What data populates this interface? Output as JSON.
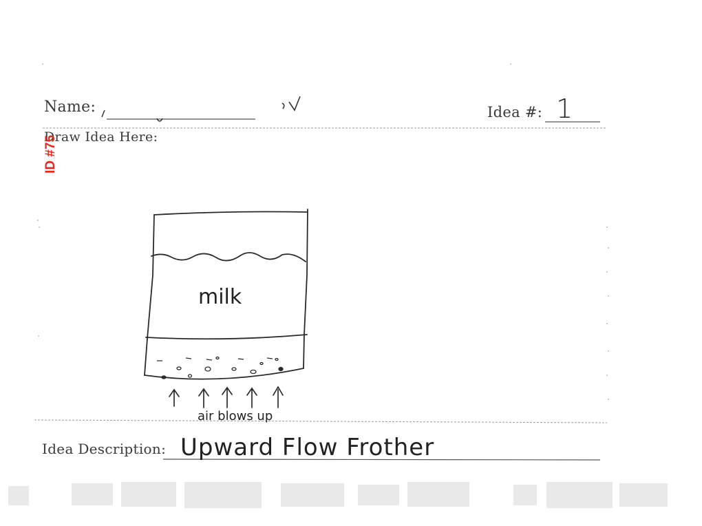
{
  "form": {
    "name_label": "Name:",
    "idea_number_label": "Idea #:",
    "idea_number_value": "1",
    "draw_label": "Draw Idea Here:",
    "description_label": "Idea Description:",
    "description_value": "Upward Flow Frother"
  },
  "stamp": {
    "id_text": "ID #75",
    "color": "#e8261c"
  },
  "drawing": {
    "container_label": "milk",
    "caption": "air blows up",
    "arrow_count": 5
  }
}
